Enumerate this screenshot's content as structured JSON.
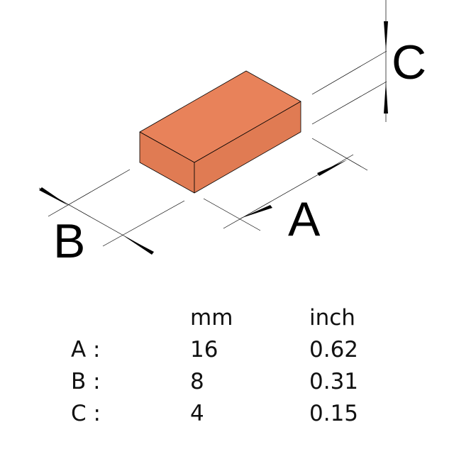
{
  "colors": {
    "brick_top": "#E8825A",
    "brick_front": "#E07B53",
    "brick_side": "#E07B53",
    "line": "#000000"
  },
  "labels": {
    "a": "A",
    "b": "B",
    "c": "C"
  },
  "table": {
    "headers": [
      "",
      "mm",
      "inch"
    ],
    "rows": [
      {
        "name": "A :",
        "mm": "16",
        "inch": "0.62"
      },
      {
        "name": "B :",
        "mm": "8",
        "inch": "0.31"
      },
      {
        "name": "C :",
        "mm": "4",
        "inch": "0.15"
      }
    ]
  }
}
